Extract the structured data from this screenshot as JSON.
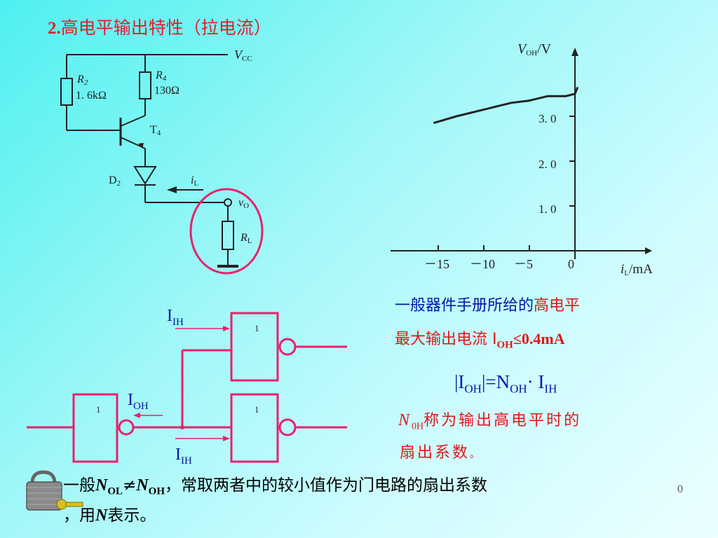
{
  "title": {
    "num": "2.",
    "text": "高电平输出特性（拉电流）"
  },
  "circuit": {
    "vcc": "V",
    "vcc_sub": "CC",
    "r2_name": "R",
    "r2_sub": "2",
    "r2_val": "1. 6kΩ",
    "r4_name": "R",
    "r4_sub": "4",
    "r4_val": "130Ω",
    "t4": "T",
    "t4_sub": "4",
    "d2": "D",
    "d2_sub": "2",
    "il": "i",
    "il_sub": "L",
    "vo": "v",
    "vo_sub": "O",
    "rl": "R",
    "rl_sub": "L"
  },
  "graph": {
    "ylabel": "V",
    "ylabel_sub": "OH",
    "ylabel_unit": "/V",
    "xlabel": "i",
    "xlabel_sub": "L",
    "xlabel_unit": "/mA",
    "yticks": [
      "3. 0",
      "2. 0",
      "1. 0"
    ],
    "xticks": [
      "－15",
      "－10",
      "－5",
      "0"
    ]
  },
  "chart_data": {
    "type": "line",
    "xlabel": "iL/mA",
    "ylabel": "VOH/V",
    "xticks": [
      -15,
      -10,
      -5,
      0
    ],
    "yticks": [
      1.0,
      2.0,
      3.0
    ],
    "series": [
      {
        "x": [
          -15.5,
          -13,
          -10,
          -7,
          -5,
          -3,
          -1,
          0,
          0.3
        ],
        "y": [
          2.85,
          3.0,
          3.15,
          3.3,
          3.35,
          3.45,
          3.45,
          3.5,
          3.65
        ]
      }
    ]
  },
  "gates": {
    "gate_label": "1",
    "iih_top": "I",
    "iih_top_sub": "IH",
    "ioh": "I",
    "ioh_sub": "OH",
    "iih_bottom": "I",
    "iih_bottom_sub": "IH"
  },
  "notes": {
    "line1a": "一般器件手册所给的",
    "line1b": "高电平",
    "line2a": "最大输出电流 I",
    "line2sub": "OH",
    "line2b": "≤0.4mA",
    "formula": {
      "a": "|I",
      "a_sub": "OH",
      "b": "|=N",
      "b_sub": "OH",
      "c": "· I",
      "c_sub": "IH"
    },
    "noh_n": "N",
    "noh_sub": "0H",
    "noh_text": "称为输出高电平时的",
    "noh_text2": "扇出系数",
    "noh_end": "。"
  },
  "bottom": {
    "a": "一般",
    "n1": "N",
    "n1_sub": "OL",
    "neq": "≠",
    "n2": "N",
    "n2_sub": "OH",
    "b": "，常取两者中的较小值作为门电路的扇出系数",
    "c": "，用",
    "n3": "N",
    "d": "表示。"
  },
  "page_number": "0"
}
